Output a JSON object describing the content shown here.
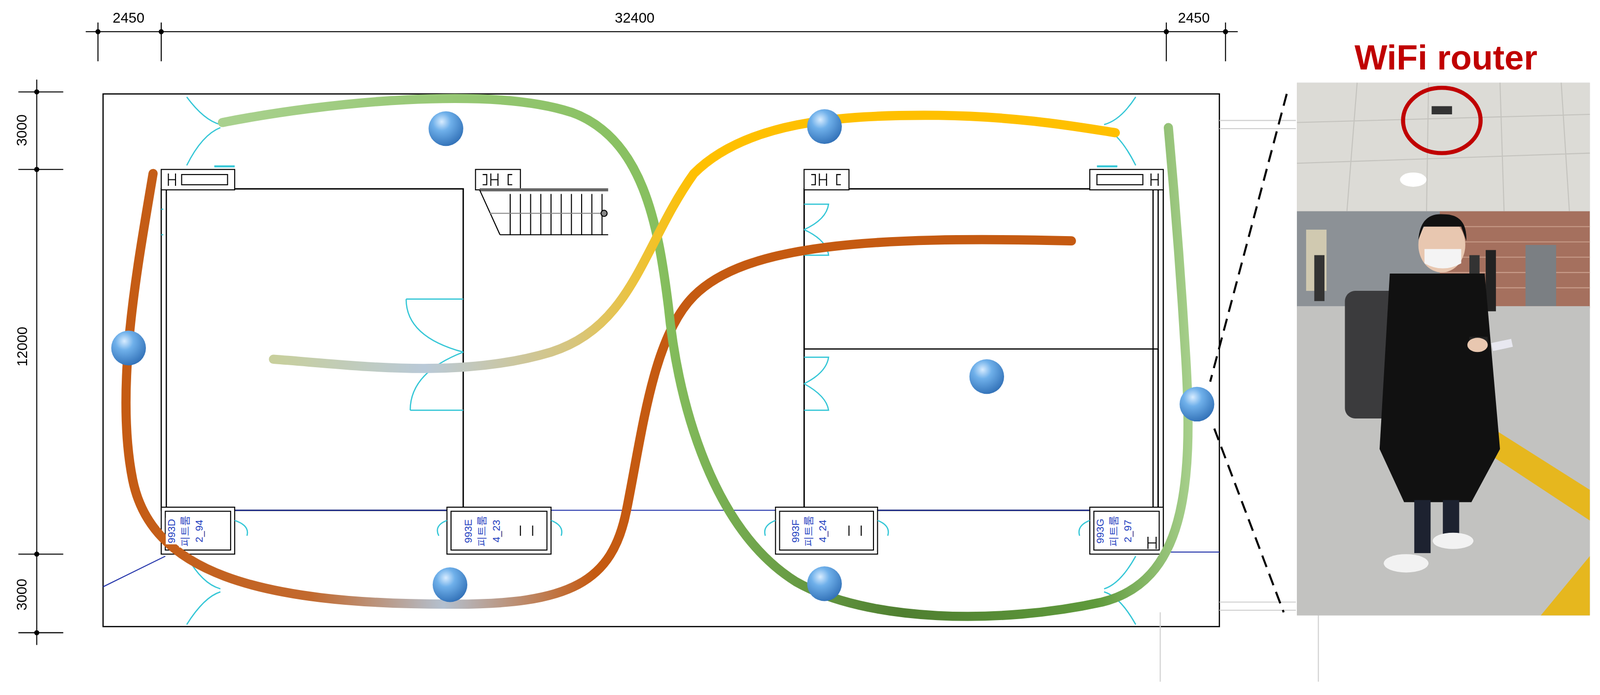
{
  "diagram": {
    "labels": [
      "2450",
      "32400",
      "2450",
      "3000",
      "12000",
      "3000",
      "WiFi router",
      "993D",
      "피트룸",
      "2_94",
      "993E",
      "피트룸",
      "4_23",
      "993F",
      "피트룸",
      "4_24",
      "993G",
      "피트룸",
      "2_97"
    ]
  }
}
